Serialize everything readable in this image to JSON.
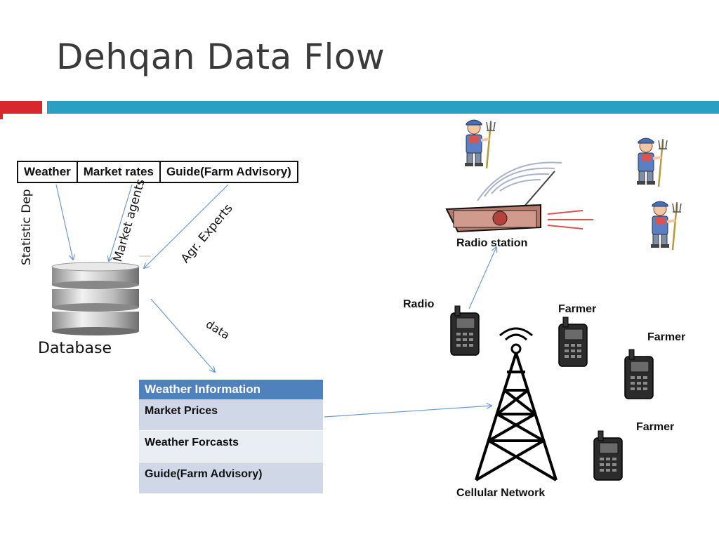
{
  "slide": {
    "title": "Dehqan Data Flow"
  },
  "sources": [
    "Weather",
    "Market rates",
    "Guide(Farm Advisory)"
  ],
  "arrow_labels": {
    "statistic": "Statistic Dep",
    "market": "Market agents",
    "experts": "Agr. Experts",
    "data": "data"
  },
  "database_label": "Database",
  "info_table": {
    "header": "Weather Information",
    "rows": [
      "Market Prices",
      "Weather Forcasts",
      "Guide(Farm Advisory)"
    ]
  },
  "nodes": {
    "radio_station": "Radio station",
    "radio": "Radio",
    "farmer_1": "Farmer",
    "farmer_2": "Farmer",
    "farmer_3": "Farmer",
    "cellular": "Cellular Network"
  },
  "colors": {
    "red_bar": "#d9272e",
    "blue_bar": "#2a9fc4",
    "table_header": "#4f81bd",
    "arrow": "#6c9bd2"
  }
}
